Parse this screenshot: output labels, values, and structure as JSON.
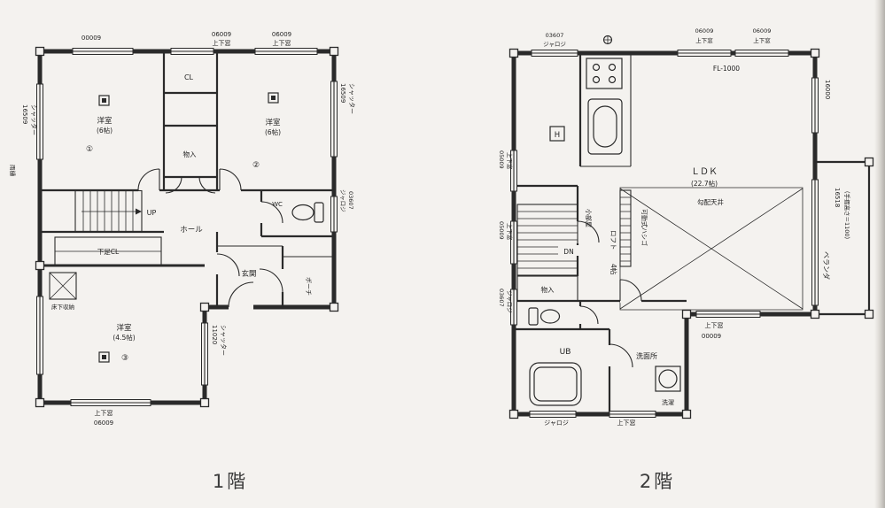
{
  "colors": {
    "paper": "#f4f2ef",
    "ink": "#2a2a2a"
  },
  "captions": {
    "floor1": "1階",
    "floor2": "2階"
  },
  "floor1": {
    "rooms": {
      "room1": {
        "name": "洋室",
        "size": "(6帖)",
        "no": "①"
      },
      "room2": {
        "name": "洋室",
        "size": "(6帖)",
        "no": "②"
      },
      "room3": {
        "name": "洋室",
        "size": "(4.5帖)",
        "no": "③"
      },
      "cl": "CL",
      "storage": "物入",
      "hall": "ホール",
      "up": "UP",
      "wc": "WC",
      "shoe_cl": "下足CL",
      "genkan": "玄関",
      "porch": "ポーチ",
      "underfloor": "床下収納"
    },
    "annot": {
      "top_left_num": "00009",
      "top_mid_num": "06009",
      "top_mid_label": "上下窓",
      "top_right_num": "06009",
      "top_right_label": "上下窓",
      "left_num": "16509",
      "left_label": "シャッター",
      "far_left": "雨樋",
      "right_num": "16509",
      "right_label": "シャッター",
      "wc_num": "03607",
      "wc_label": "ジャロジ",
      "room3_num": "11020",
      "room3_label": "シャッター",
      "bottom_label": "上下窓",
      "bottom_num": "06009"
    }
  },
  "floor2": {
    "rooms": {
      "ldk": {
        "name": "ＬＤＫ",
        "size": "(22.7帖)"
      },
      "ceiling_note": "勾配天井",
      "ladder_note": "可動式ハシゴ",
      "loft": {
        "name": "ロフト",
        "size": "4帖"
      },
      "small_room": "小部屋",
      "dn": "DN",
      "storage": "物入",
      "ub": "UB",
      "washroom": "洗面所",
      "laundry": "洗濯",
      "veranda": "ベランダ",
      "fridge": "H",
      "fl_note": "FL-1000"
    },
    "annot": {
      "top_left_num": "03607",
      "top_left_label": "ジャロジ",
      "top_right1_num": "06009",
      "top_right1_label": "上下窓",
      "top_right2_num": "06009",
      "top_right2_label": "上下窓",
      "right_num": "16000",
      "veranda_num": "16518",
      "veranda_note": "（手摺高さ＝1100）",
      "left_top_num": "05009",
      "left_top_label": "上下窓",
      "left_mid_num": "05009",
      "left_mid_label": "上下窓",
      "left_wc_num": "03607",
      "left_wc_label": "ジャロジ",
      "inner_label": "上下窓",
      "inner_num": "00009",
      "bottom_jalousie": "ジャロジ",
      "bottom_updown": "上下窓"
    }
  },
  "icons": [
    "toilet-icon",
    "bathtub-icon",
    "washer-icon",
    "kitchen-sink-icon",
    "stove-icon",
    "fridge-icon",
    "stairs-up-icon",
    "stairs-down-icon",
    "ladder-icon",
    "underfloor-storage-icon",
    "vent-icon",
    "fixture-icon"
  ]
}
